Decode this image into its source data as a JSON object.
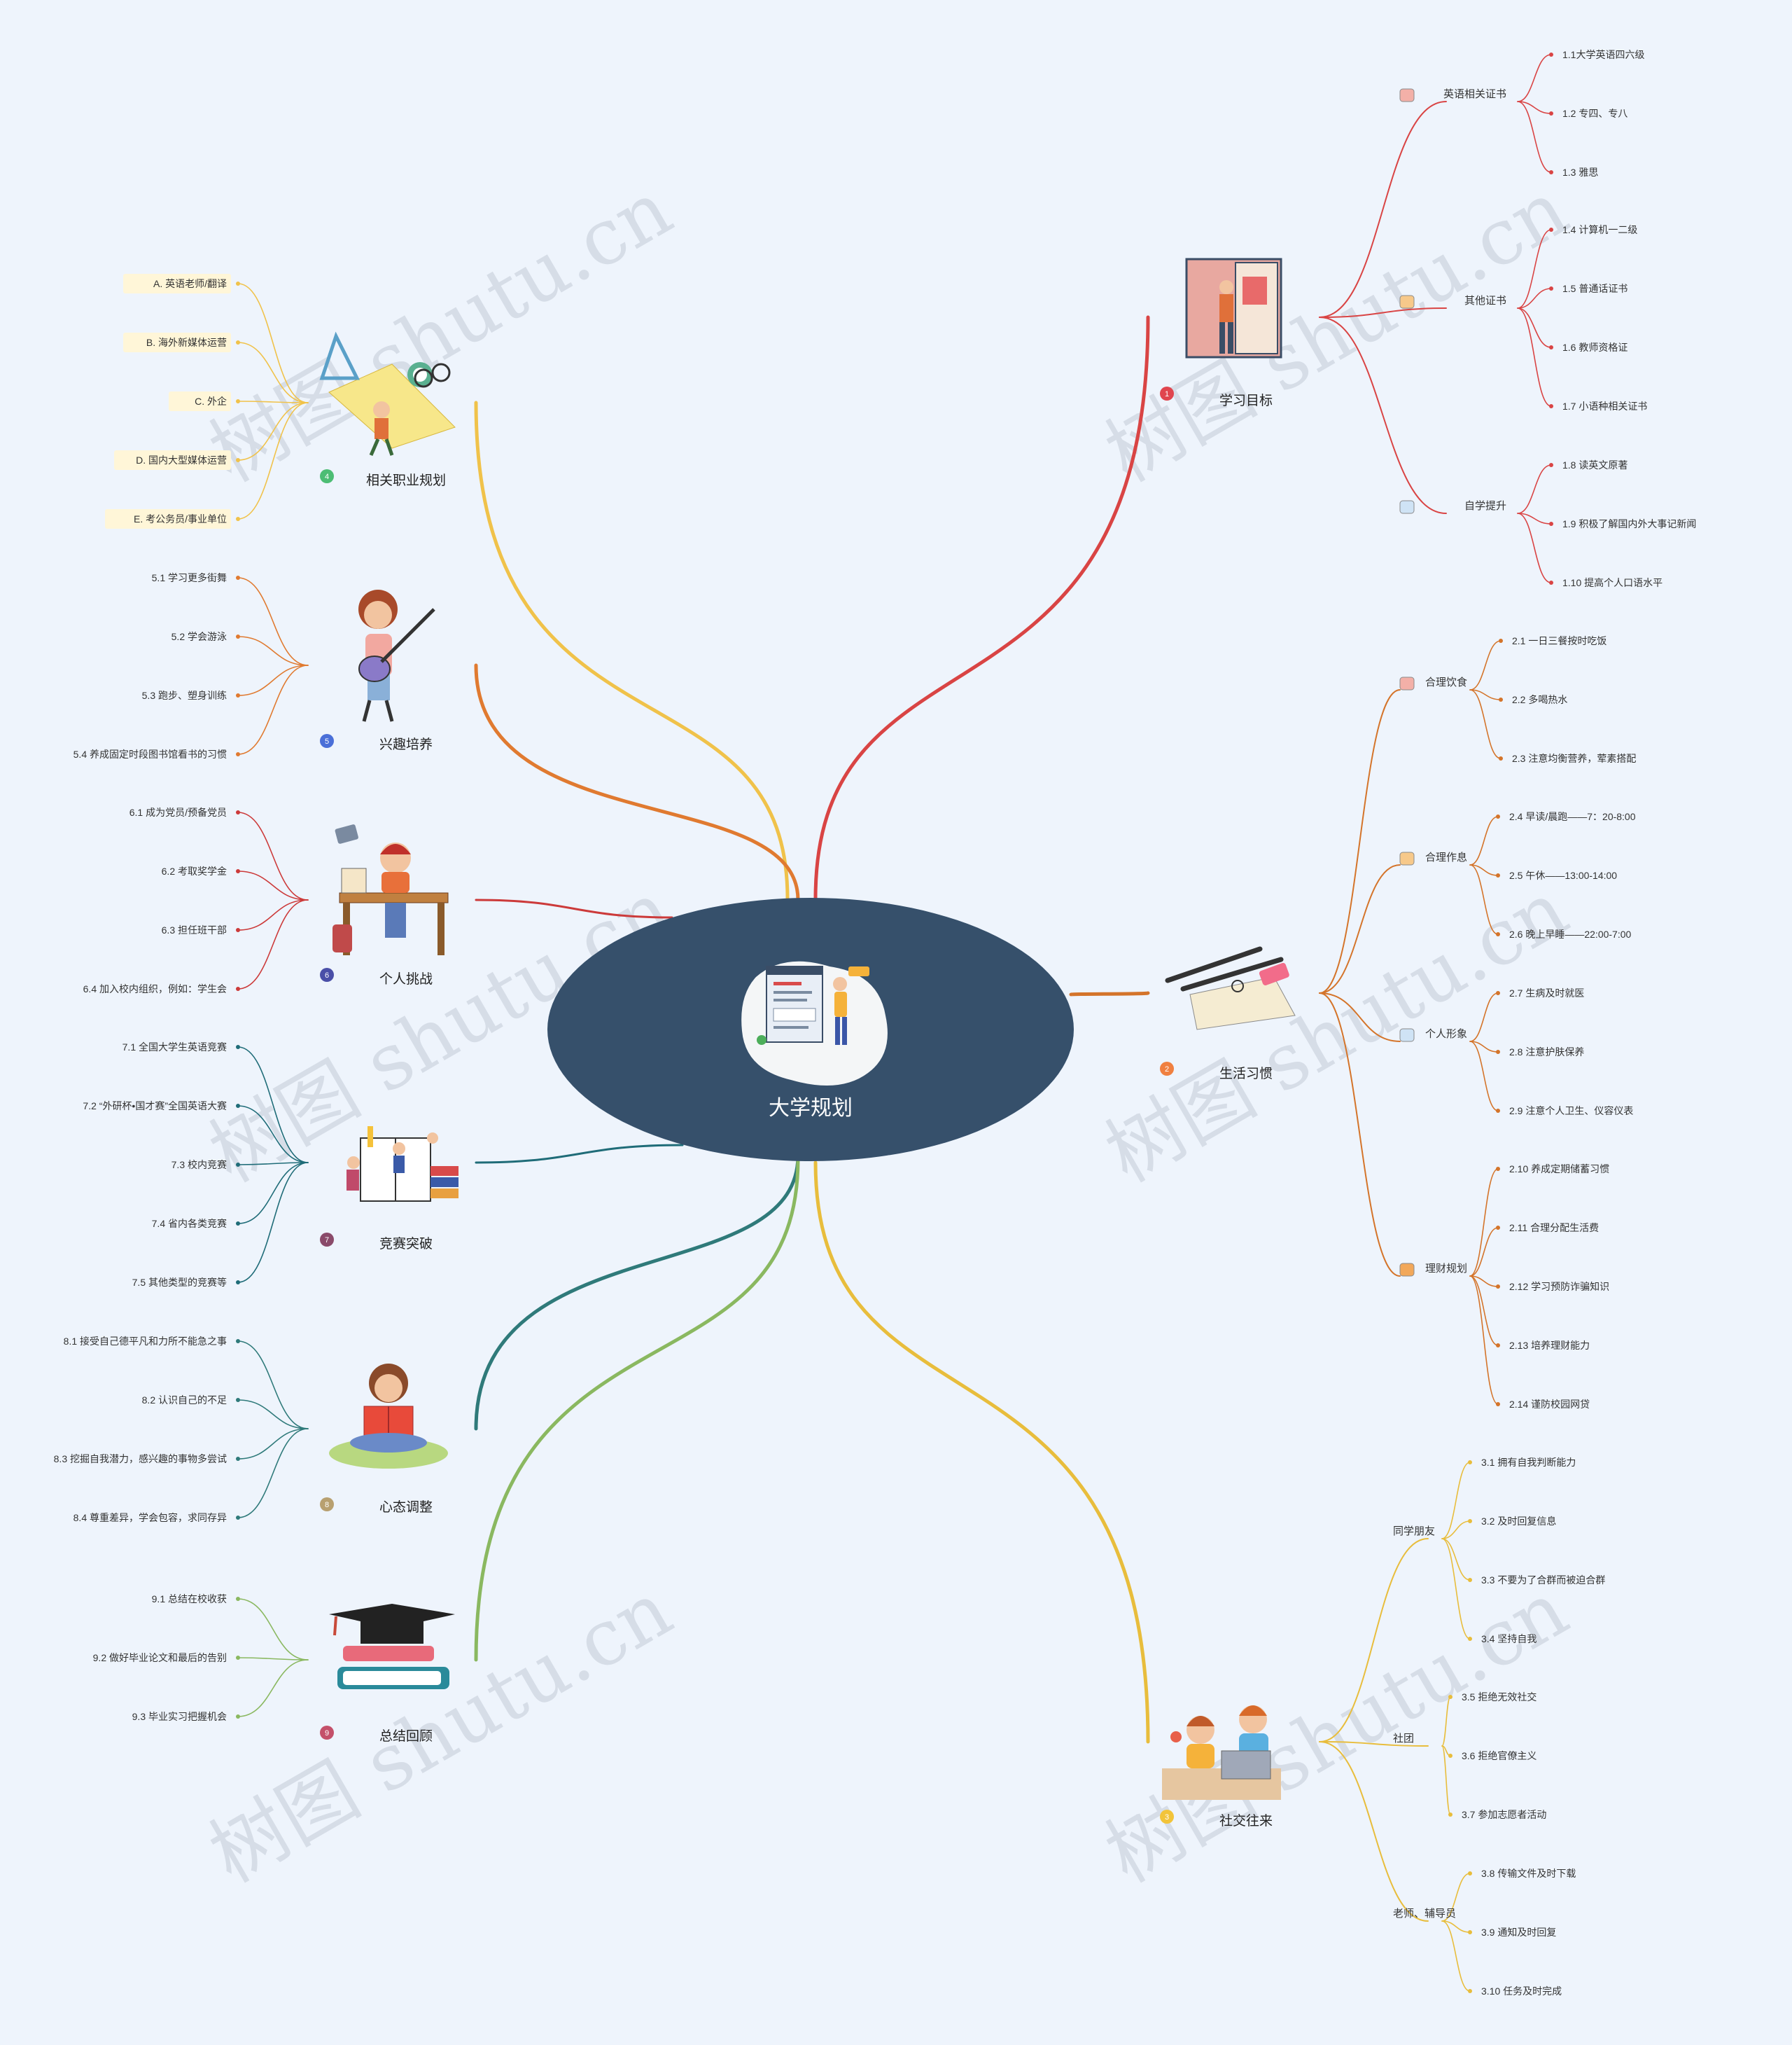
{
  "center": {
    "title": "大学规划"
  },
  "watermark": "树图 shutu.cn",
  "branches": [
    {
      "num": "1",
      "label": "学习目标",
      "color": "#d94444",
      "subs": [
        {
          "label": "英语相关证书",
          "items": [
            "1.1大学英语四六级",
            "1.2 专四、专八",
            "1.3 雅思"
          ]
        },
        {
          "label": "其他证书",
          "items": [
            "1.4 计算机一二级",
            "1.5 普通话证书",
            "1.6 教师资格证",
            "1.7 小语种相关证书"
          ]
        },
        {
          "label": "自学提升",
          "items": [
            "1.8 读英文原著",
            "1.9 积极了解国内外大事记新闻",
            "1.10 提高个人口语水平"
          ]
        }
      ]
    },
    {
      "num": "2",
      "label": "生活习惯",
      "color": "#d4742a",
      "subs": [
        {
          "label": "合理饮食",
          "items": [
            "2.1 一日三餐按时吃饭",
            "2.2 多喝热水",
            "2.3 注意均衡营养，荤素搭配"
          ]
        },
        {
          "label": "合理作息",
          "items": [
            "2.4 早读/晨跑——7：20-8:00",
            "2.5 午休——13:00-14:00",
            "2.6 晚上早睡——22:00-7:00"
          ]
        },
        {
          "label": "个人形象",
          "items": [
            "2.7 生病及时就医",
            "2.8 注意护肤保养",
            "2.9 注意个人卫生、仪容仪表"
          ]
        },
        {
          "label": "理财规划",
          "items": [
            "2.10 养成定期储蓄习惯",
            "2.11 合理分配生活费",
            "2.12 学习预防诈骗知识",
            "2.13 培养理财能力",
            "2.14 谨防校园网贷"
          ]
        }
      ]
    },
    {
      "num": "3",
      "label": "社交往来",
      "color": "#e8bd3c",
      "subs": [
        {
          "label": "同学朋友",
          "items": [
            "3.1 拥有自我判断能力",
            "3.2 及时回复信息",
            "3.3 不要为了合群而被迫合群",
            "3.4 坚持自我"
          ]
        },
        {
          "label": "社团",
          "items": [
            "3.5 拒绝无效社交",
            "3.6 拒绝官僚主义",
            "3.7 参加志愿者活动"
          ]
        },
        {
          "label": "老师、辅导员",
          "items": [
            "3.8 传输文件及时下载",
            "3.9 通知及时回复",
            "3.10 任务及时完成"
          ]
        }
      ]
    },
    {
      "num": "4",
      "label": "相关职业规划",
      "color": "#f0c24a",
      "items": [
        "A. 英语老师/翻译",
        "B. 海外新媒体运营",
        "C. 外企",
        "D. 国内大型媒体运营",
        "E. 考公务员/事业单位"
      ]
    },
    {
      "num": "5",
      "label": "兴趣培养",
      "color": "#e07a30",
      "items": [
        "5.1 学习更多街舞",
        "5.2 学会游泳",
        "5.3 跑步、塑身训练",
        "5.4 养成固定时段图书馆看书的习惯"
      ]
    },
    {
      "num": "6",
      "label": "个人挑战",
      "color": "#cc3a3a",
      "items": [
        "6.1 成为党员/预备党员",
        "6.2 考取奖学金",
        "6.3 担任班干部",
        "6.4 加入校内组织，例如：学生会"
      ]
    },
    {
      "num": "7",
      "label": "竞赛突破",
      "color": "#1f6c78",
      "items": [
        "7.1 全国大学生英语竞赛",
        "7.2 “外研杯•国才赛”全国英语大赛",
        "7.3 校内竞赛",
        "7.4 省内各类竞赛",
        "7.5 其他类型的竞赛等"
      ]
    },
    {
      "num": "8",
      "label": "心态调整",
      "color": "#2f7a7a",
      "items": [
        "8.1 接受自己德平凡和力所不能急之事",
        "8.2 认识自己的不足",
        "8.3 挖掘自我潜力，感兴趣的事物多尝试",
        "8.4 尊重差异，学会包容，求同存异"
      ]
    },
    {
      "num": "9",
      "label": "总结回顾",
      "color": "#8ab860",
      "items": [
        "9.1 总结在校收获",
        "9.2 做好毕业论文和最后的告别",
        "9.3 毕业实习把握机会"
      ]
    }
  ],
  "colors": {
    "background": "#eef4fc",
    "center_fill": "#36506b",
    "num_badges": [
      "#e0454e",
      "#f08040",
      "#f2c43a",
      "#4cbd74",
      "#4a6fd8",
      "#4a4fa8",
      "#8a4a6a",
      "#b8a070",
      "#c4506a"
    ]
  }
}
